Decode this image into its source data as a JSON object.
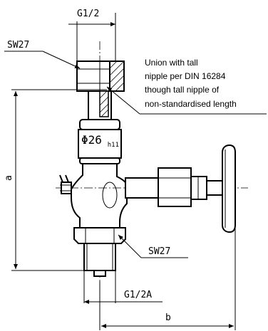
{
  "labels": {
    "thread_top": "G1/2",
    "wrench_top": "SW27",
    "diameter": "Φ26",
    "diameter_tol": "h11",
    "wrench_bottom": "SW27",
    "thread_bottom": "G1/2A",
    "dim_a": "a",
    "dim_b": "b"
  },
  "note": {
    "lines": [
      "Union with tall",
      "nipple per DIN 16284",
      "though tall nipple of",
      "non-standardised length"
    ]
  }
}
